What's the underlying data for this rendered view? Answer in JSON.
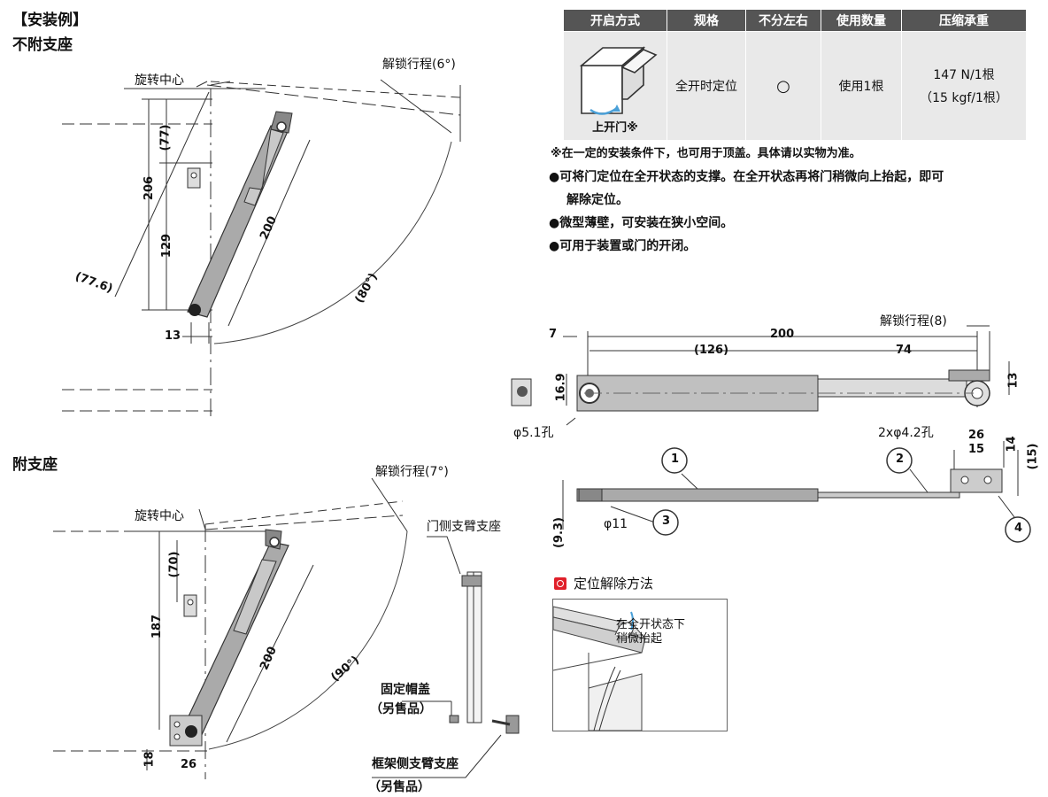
{
  "headings": {
    "install_example": "【安装例】",
    "without_bracket": "不附支座",
    "with_bracket": "附支座"
  },
  "spec_table": {
    "headers": [
      "开启方式",
      "规格",
      "不分左右",
      "使用数量",
      "压缩承重"
    ],
    "open_mode_caption": "上开门※",
    "row": [
      "全开时定位",
      "○",
      "使用1根",
      "147 N/1根",
      "（15 kgf/1根）"
    ]
  },
  "notes": {
    "footnote": "※在一定的安装条件下，也可用于顶盖。具体请以实物为准。",
    "bullets": [
      "●可将门定位在全开状态的支撑。在全开状态再将门稍微向上抬起，即可",
      "解除定位。",
      "●微型薄壁，可安装在狭小空间。",
      "●可用于装置或门的开闭。"
    ]
  },
  "diagram_top": {
    "rotation_center": "旋转中心",
    "unlock_stroke": "解锁行程(6°)",
    "dims": [
      "206",
      "(77)",
      "129",
      "200",
      "(77.6)",
      "13",
      "(80°)"
    ]
  },
  "diagram_bottom": {
    "rotation_center": "旋转中心",
    "unlock_stroke": "解锁行程(7°)",
    "door_bracket": "门侧支臂支座",
    "fix_cap": "固定帽盖",
    "sold_separately": "（另售品）",
    "frame_bracket": "框架侧支臂支座",
    "sold_separately2": "（另售品）",
    "dims": [
      "187",
      "(70)",
      "200",
      "(90°)",
      "18",
      "26"
    ]
  },
  "part_drawing": {
    "unlock_stroke": "解锁行程(8)",
    "dims": [
      "7",
      "200",
      "(126)",
      "74",
      "16.9",
      "13"
    ],
    "hole": "φ5.1孔",
    "holes2": "2xφ4.2孔",
    "dims2": [
      "26",
      "15",
      "14",
      "(15)",
      "(9.3)",
      "φ11"
    ],
    "callouts": [
      "1",
      "2",
      "3",
      "4"
    ]
  },
  "release": {
    "title": "定位解除方法",
    "caption_line1": "在全开状态下",
    "caption_line2": "稍微抬起",
    "accent_color": "#e0202a"
  }
}
